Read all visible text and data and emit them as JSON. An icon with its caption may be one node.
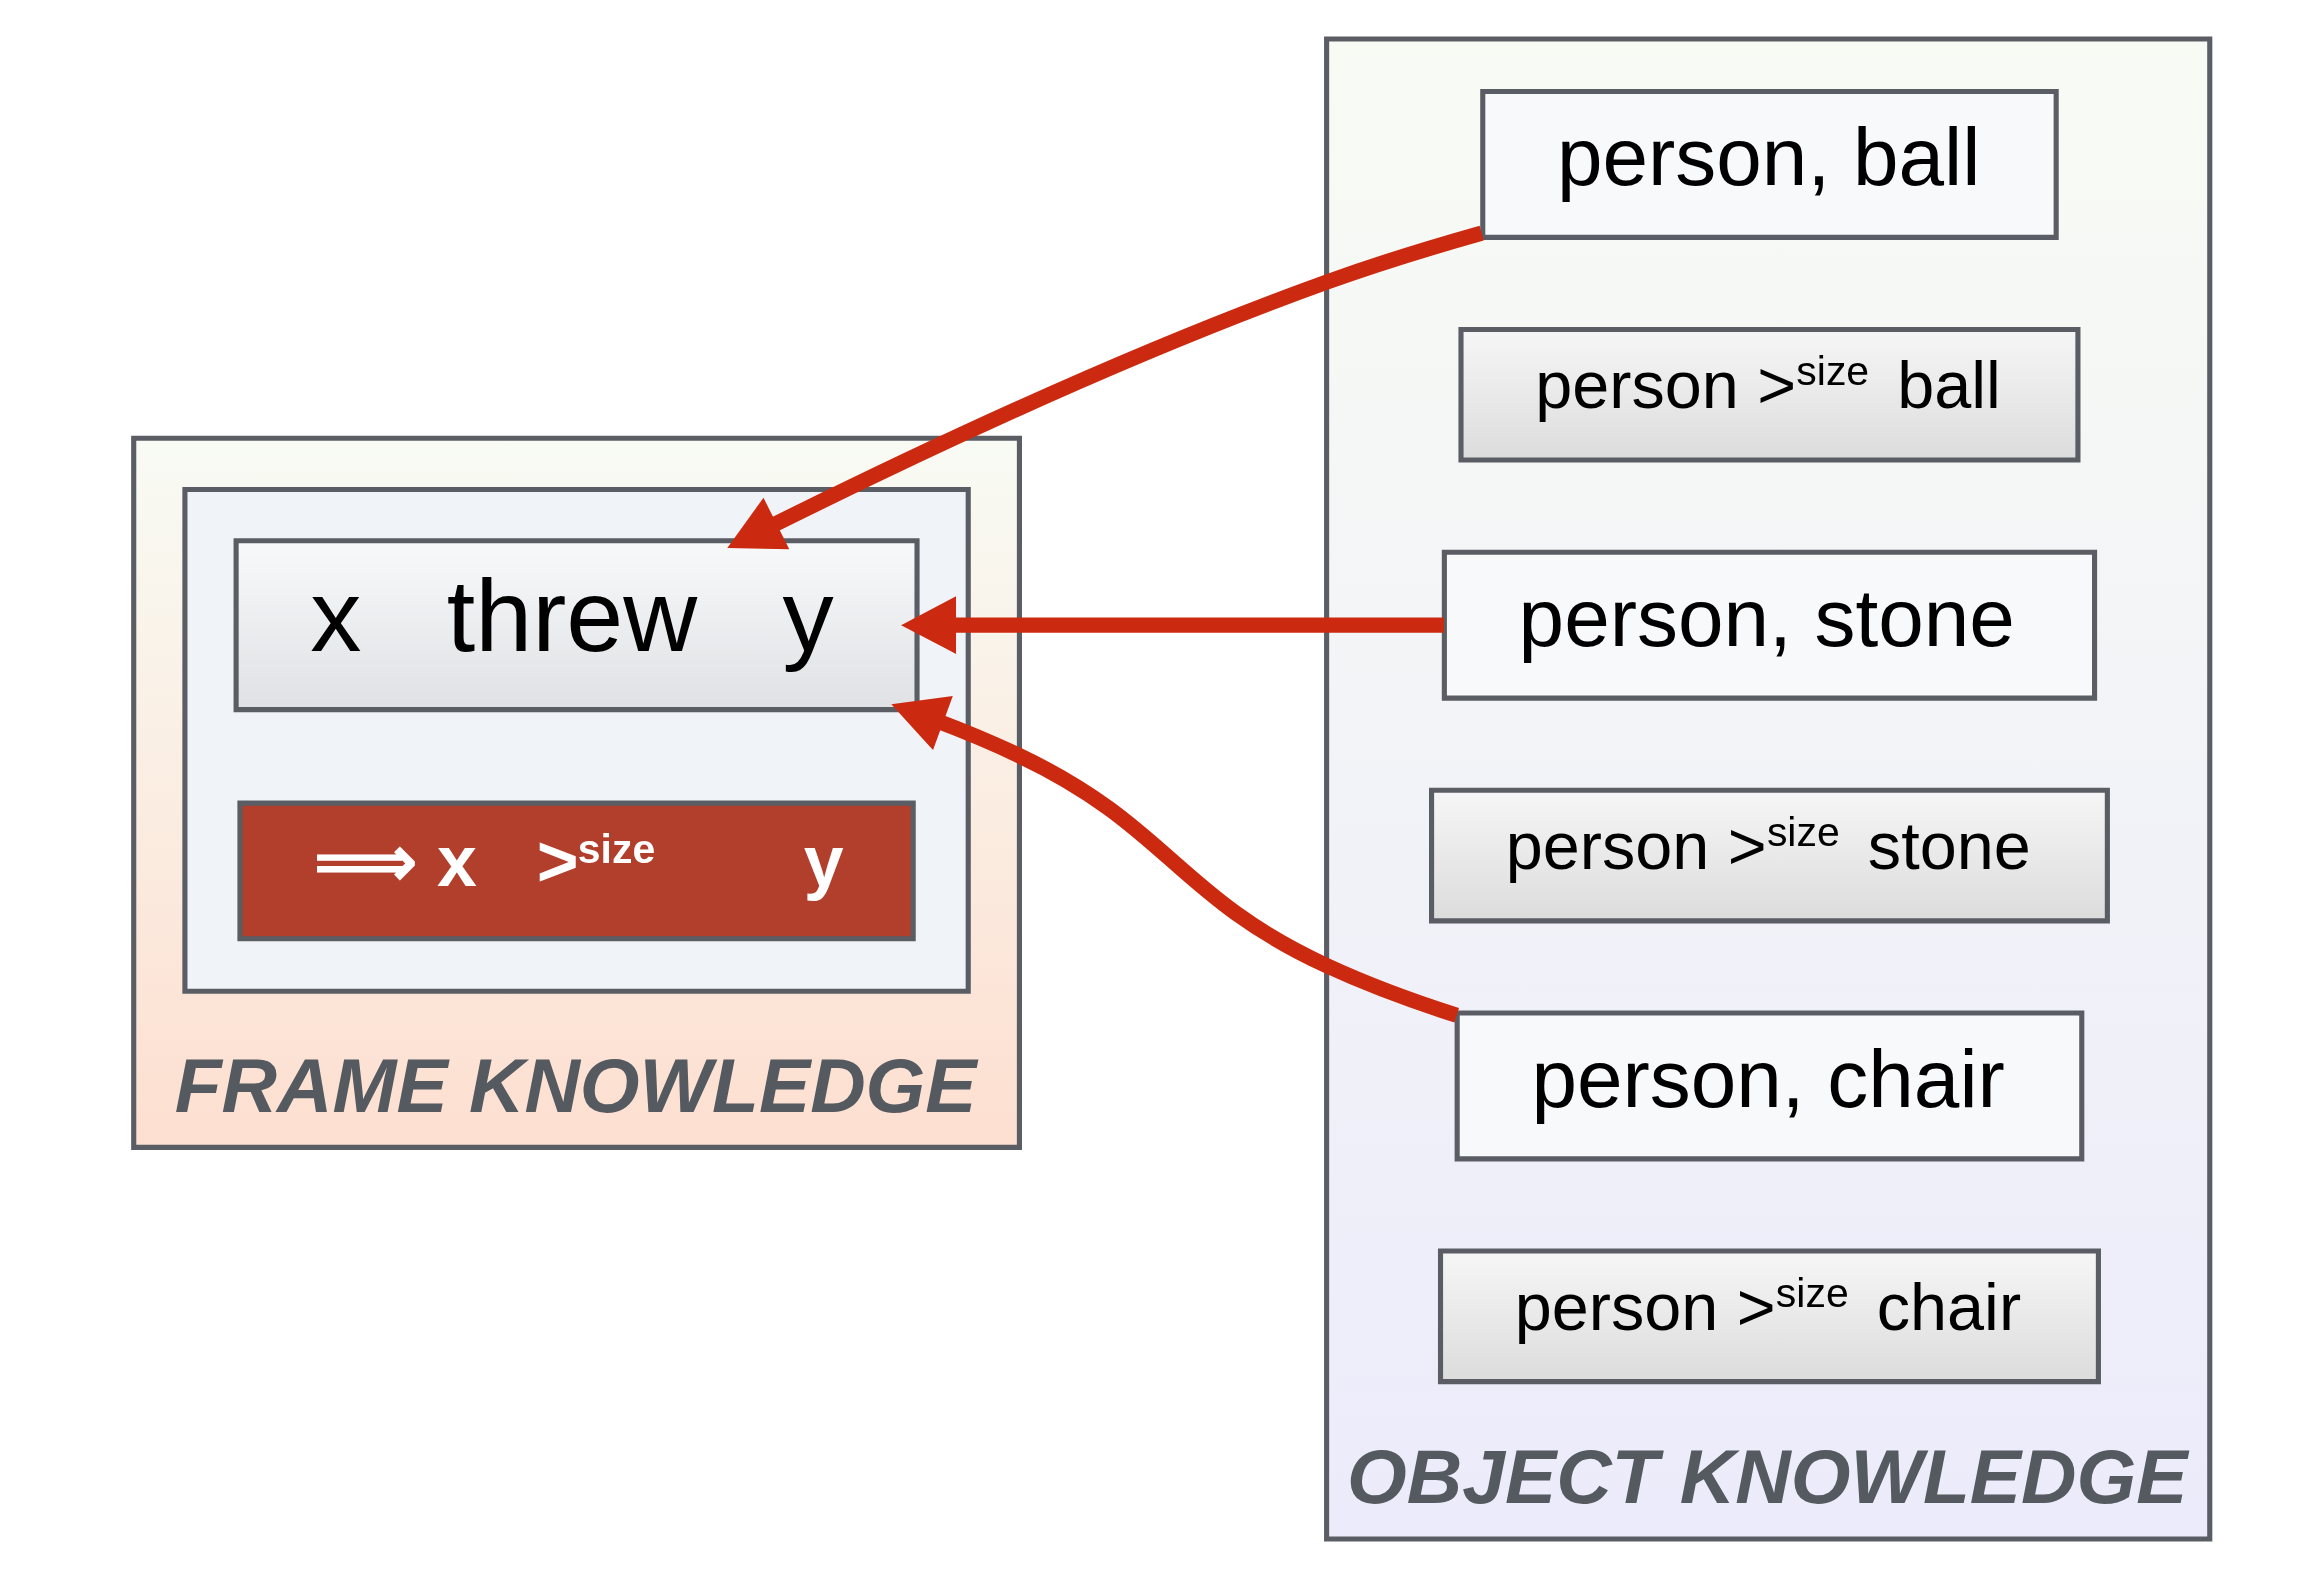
{
  "diagram": {
    "nodes": [
      {
        "text": [
          "FRAME KNOWLEDGE"
        ]
      },
      {
        "text": [],
        "shape": "box",
        "in": 0
      },
      {
        "text": [
          "x   threw   y"
        ],
        "in": 1
      },
      {
        "text": [
          "⟹ x   >$^{size}$       y"
        ],
        "in": 1
      },
      {
        "text": [
          "OBJECT KNOWLEDGE"
        ]
      },
      {
        "text": [
          "person, ball"
        ],
        "in": 4
      },
      {
        "text": [
          "person >$^{size}$ ball"
        ],
        "in": 4
      },
      {
        "text": [
          "person, stone"
        ],
        "in": 4
      },
      {
        "text": [
          "person >$^{size}$ stone"
        ],
        "in": 4
      },
      {
        "text": [
          "person, chair"
        ],
        "in": 4
      },
      {
        "text": [
          "person >$^{size}$ chair"
        ],
        "in": 4
      }
    ],
    "edges": [
      {
        "from": 5,
        "to": 2,
        "arrow": "to",
        "color": "#cc2a10"
      },
      {
        "from": 7,
        "to": 2,
        "arrow": "to",
        "color": "#cc2a10"
      },
      {
        "from": 9,
        "to": 2,
        "arrow": "to",
        "color": "#cc2a10"
      }
    ]
  }
}
